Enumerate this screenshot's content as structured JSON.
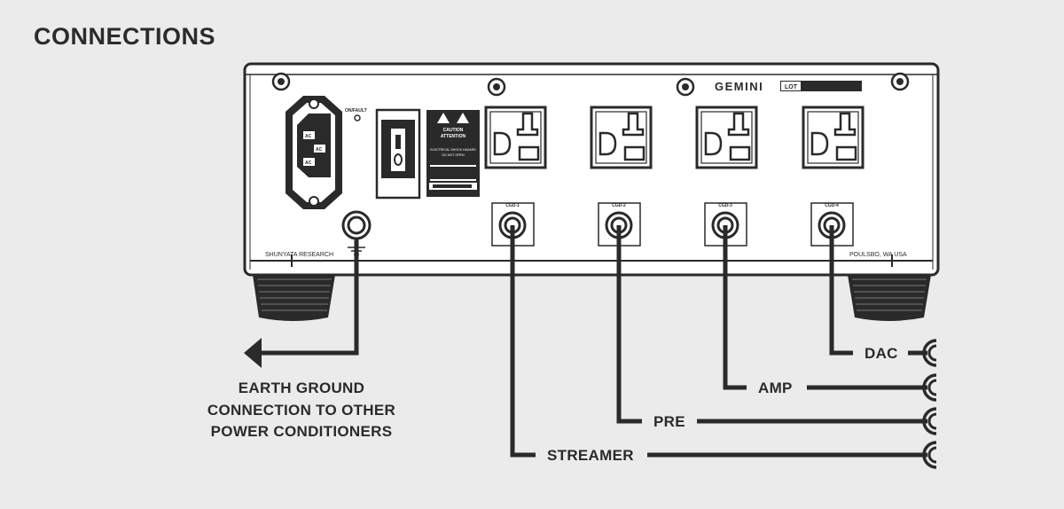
{
  "heading": "CONNECTIONS",
  "brand": "GEMINI",
  "lot_label": "LOT",
  "switch_label": "ON/FAULT",
  "maker_left": "SHUNYATA RESEARCH",
  "maker_right": "POULSBO, WA USA",
  "inlet_pins": [
    "AC",
    "AC",
    "AC"
  ],
  "warning_label": {
    "caution": "CAUTION",
    "attention": "ATTENTION",
    "line1": "ELECTRICAL SHOCK HAZARD",
    "line2": "DO NOT OPEN"
  },
  "ground_ports": [
    "CGD-1",
    "CGD-2",
    "CGD-3",
    "CGD-4"
  ],
  "destinations": [
    "STREAMER",
    "PRE",
    "AMP",
    "DAC"
  ],
  "earth_caption": [
    "EARTH GROUND",
    "CONNECTION TO OTHER",
    "POWER CONDITIONERS"
  ],
  "colors": {
    "background": "#ebebeb",
    "ink": "#2a2a2a",
    "panel": "#ffffff"
  }
}
